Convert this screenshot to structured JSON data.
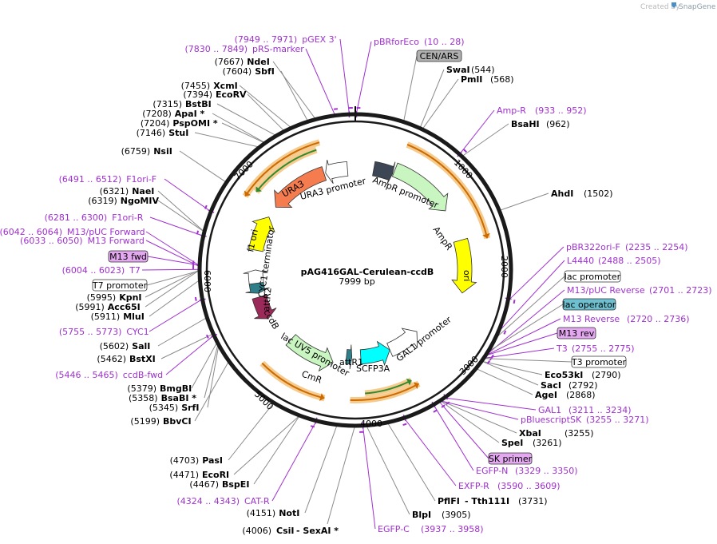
{
  "credit": "Created by",
  "brand": "SnapGene",
  "plasmid": {
    "name": "pAG416GAL-Cerulean-ccdB",
    "size": "7999 bp"
  },
  "ticks": [
    "1000",
    "2000",
    "3000",
    "4000",
    "5000",
    "6000",
    "7000"
  ],
  "enzymes_left": [
    {
      "pos": "(7667)",
      "name": "NdeI"
    },
    {
      "pos": "(7604)",
      "name": "SbfI"
    },
    {
      "pos": "(7455)",
      "name": "XcmI"
    },
    {
      "pos": "(7394)",
      "name": "EcoRV"
    },
    {
      "pos": "(7315)",
      "name": "BstBI"
    },
    {
      "pos": "(7208)",
      "name": "ApaI *"
    },
    {
      "pos": "(7204)",
      "name": "PspOMI *"
    },
    {
      "pos": "(7146)",
      "name": "StuI"
    },
    {
      "pos": "(6759)",
      "name": "NsiI"
    },
    {
      "pos": "(6321)",
      "name": "NaeI"
    },
    {
      "pos": "(6319)",
      "name": "NgoMIV"
    },
    {
      "pos": "(5995)",
      "name": "KpnI"
    },
    {
      "pos": "(5991)",
      "name": "Acc65I"
    },
    {
      "pos": "(5911)",
      "name": "MluI"
    },
    {
      "pos": "(5602)",
      "name": "SalI"
    },
    {
      "pos": "(5462)",
      "name": "BstXI"
    },
    {
      "pos": "(5379)",
      "name": "BmgBI"
    },
    {
      "pos": "(5358)",
      "name": "BsaBI *"
    },
    {
      "pos": "(5345)",
      "name": "SrfI"
    },
    {
      "pos": "(5199)",
      "name": "BbvCI"
    },
    {
      "pos": "(4703)",
      "name": "PasI"
    },
    {
      "pos": "(4471)",
      "name": "EcoRI"
    },
    {
      "pos": "(4467)",
      "name": "BspEI"
    },
    {
      "pos": "(4151)",
      "name": "NotI"
    }
  ],
  "enzymes_right": [
    {
      "name": "SwaI",
      "pos": "(544)"
    },
    {
      "name": "PmlI",
      "pos": "(568)"
    },
    {
      "name": "BsaHI",
      "pos": "(962)"
    },
    {
      "name": "AhdI",
      "pos": "(1502)"
    },
    {
      "name": "Eco53kI",
      "pos": "(2790)"
    },
    {
      "name": "SacI",
      "pos": "(2792)"
    },
    {
      "name": "AgeI",
      "pos": "(2868)"
    },
    {
      "name": "XbaI",
      "pos": "(3255)"
    },
    {
      "name": "SpeI",
      "pos": "(3261)"
    },
    {
      "name": "BlpI",
      "pos": "(3905)"
    }
  ],
  "enzyme_pairs": [
    {
      "name1": "PflFI",
      "name2": "- Tth111I",
      "pos": "(3731)"
    },
    {
      "pos": "(4006)",
      "name1": "CsiI",
      "name2": "- SexAI *"
    }
  ],
  "primers_left": [
    {
      "pos": "(7949 .. 7971)",
      "name": "pGEX 3'"
    },
    {
      "pos": "(7830 .. 7849)",
      "name": "pRS-marker"
    },
    {
      "pos": "(6491 .. 6512)",
      "name": "F1ori-F"
    },
    {
      "pos": "(6281 .. 6300)",
      "name": "F1ori-R"
    },
    {
      "pos": "(6042 .. 6064)",
      "name": "M13/pUC Forward"
    },
    {
      "pos": "(6033 .. 6050)",
      "name": "M13 Forward"
    },
    {
      "pos": "(6004 .. 6023)",
      "name": "T7"
    },
    {
      "pos": "(5755 .. 5773)",
      "name": "CYC1"
    },
    {
      "pos": "(5446 .. 5465)",
      "name": "ccdB-fwd"
    },
    {
      "pos": "(4324 .. 4343)",
      "name": "CAT-R"
    }
  ],
  "primers_right": [
    {
      "name": "pBRforEco",
      "pos": "(10 .. 28)"
    },
    {
      "name": "Amp-R",
      "pos": "(933 .. 952)"
    },
    {
      "name": "pBR322ori-F",
      "pos": "(2235 .. 2254)"
    },
    {
      "name": "L4440",
      "pos": "(2488 .. 2505)"
    },
    {
      "name": "M13/pUC Reverse",
      "pos": "(2701 .. 2723)"
    },
    {
      "name": "M13 Reverse",
      "pos": "(2720 .. 2736)"
    },
    {
      "name": "T3",
      "pos": "(2755 .. 2775)"
    },
    {
      "name": "GAL1",
      "pos": "(3211 .. 3234)"
    },
    {
      "name": "pBluescriptSK",
      "pos": "(3255 .. 3271)"
    },
    {
      "name": "EGFP-N",
      "pos": "(3329 .. 3350)"
    },
    {
      "name": "EXFP-R",
      "pos": "(3590 .. 3609)"
    },
    {
      "name": "EGFP-C",
      "pos": "(3937 .. 3958)"
    }
  ],
  "boxed": {
    "cen_ars": "CEN/ARS",
    "m13_fwd": "M13 fwd",
    "t7_promoter": "T7 promoter",
    "lac_promoter": "lac promoter",
    "lac_operator": "lac operator",
    "m13_rev": "M13 rev",
    "t3_promoter": "T3 promoter",
    "sk_primer": "SK primer"
  },
  "features": {
    "ura3": "URA3",
    "ura3_promoter": "URA3 promoter",
    "ampr_promoter": "AmpR promoter",
    "ampr": "AmpR",
    "ori": "ori",
    "f1_ori": "f1 ori",
    "cyc1_terminator": "CYC1 terminator",
    "attr2": "attR2",
    "ccdb": "ccdB",
    "lacuv5_promoter": "lac UV5 promoter",
    "cmr": "CmR",
    "attr1": "attR1",
    "scfp3a": "SCFP3A",
    "gal1_promoter": "GAL1 promoter"
  },
  "colors": {
    "backbone": "#1a1a1a",
    "enzyme_line": "#8a8a8a",
    "primer": "#a030d0",
    "ura3": "#f47c4f",
    "ampr": "#c8f5c0",
    "ori": "#ffff00",
    "f1_ori": "#ffff00",
    "cmr": "#c8f5c0",
    "scfp3a": "#00ffff",
    "ccdb": "#9b2a5a",
    "attr": "#2f7f8a",
    "ampr_promoter": "#3c4654",
    "orf_outline": "#f5c27a",
    "orf_arrow": "#cc6a00",
    "orf_inner": "#2f8a2f",
    "cen_ars_fill": "#b0b0b0",
    "lac_operator_fill": "#6cc0d0",
    "primer_box_fill": "#e3a8f0"
  }
}
